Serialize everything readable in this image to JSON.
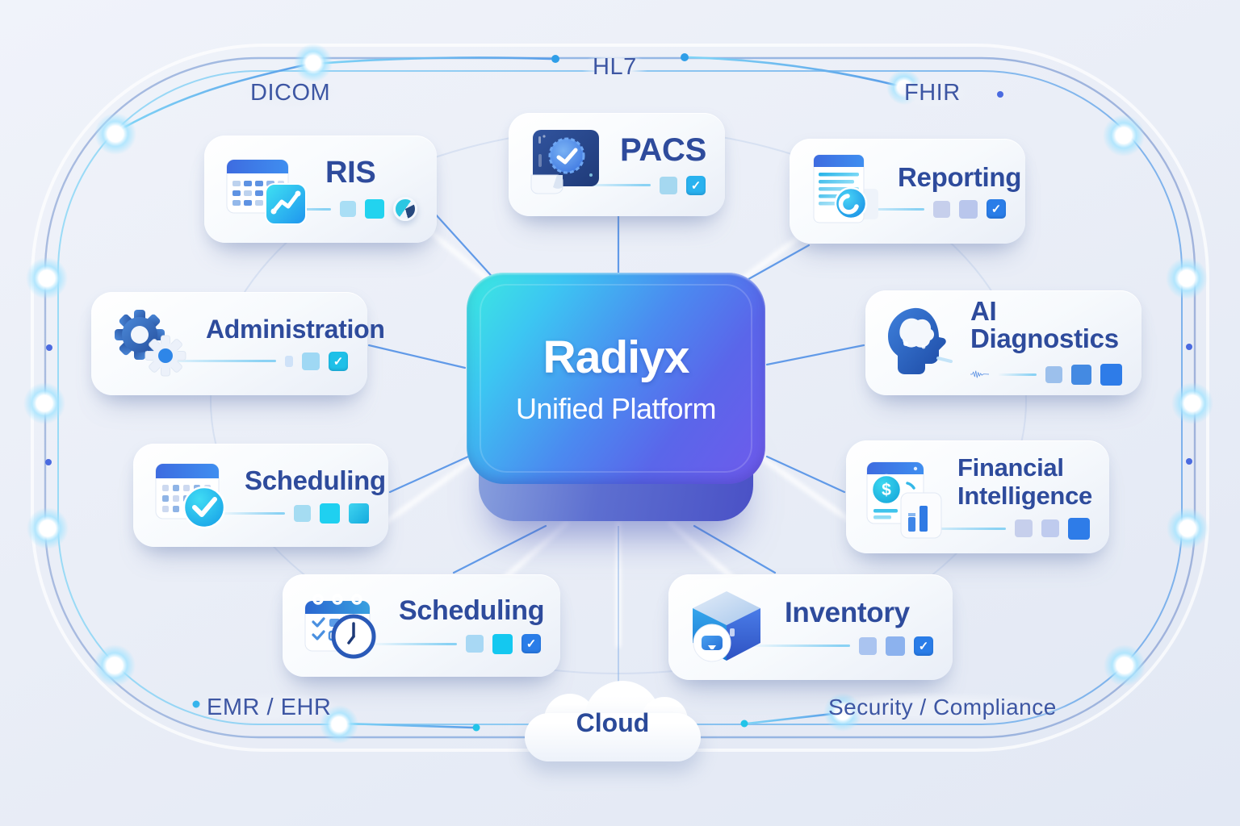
{
  "center": {
    "title": "Radiyx",
    "subtitle": "Unified Platform"
  },
  "modules": [
    {
      "id": "ris",
      "label": "RIS",
      "icon": "calendar-analytics-icon"
    },
    {
      "id": "pacs",
      "label": "PACS",
      "icon": "imaging-monitor-badge-icon"
    },
    {
      "id": "reporting",
      "label": "Reporting",
      "icon": "report-document-clock-icon"
    },
    {
      "id": "administration",
      "label": "Administration",
      "icon": "gears-icon"
    },
    {
      "id": "ai_diagnostics",
      "label": "AI Diagnostics",
      "icon": "ai-head-brain-icon"
    },
    {
      "id": "scheduling_left",
      "label": "Scheduling",
      "icon": "calendar-check-icon"
    },
    {
      "id": "financial_intelligence",
      "label": "Financial Intelligence",
      "icon": "finance-dollar-chart-icon"
    },
    {
      "id": "scheduling_bottom",
      "label": "Scheduling",
      "icon": "calendar-clock-icon"
    },
    {
      "id": "inventory",
      "label": "Inventory",
      "icon": "inventory-box-icon"
    }
  ],
  "ring_labels": {
    "dicom": "DICOM",
    "hl7": "HL7",
    "fhir": "FHIR",
    "emr_ehr": "EMR / EHR",
    "cloud": "Cloud",
    "security_compliance": "Security / Compliance"
  },
  "glyphs": {
    "check": "✓",
    "dollar": "$"
  },
  "colors": {
    "background": "#eaeef7",
    "card_bg": "#ffffff",
    "title_text": "#2e4b9c",
    "ring_label_text": "#3d56a3",
    "accent_cyan": "#23cdef",
    "accent_blue": "#2e7ce8",
    "center_gradient_start": "#3bebdf",
    "center_gradient_end": "#6f5aec",
    "ring_line": "#8fc2f0"
  }
}
